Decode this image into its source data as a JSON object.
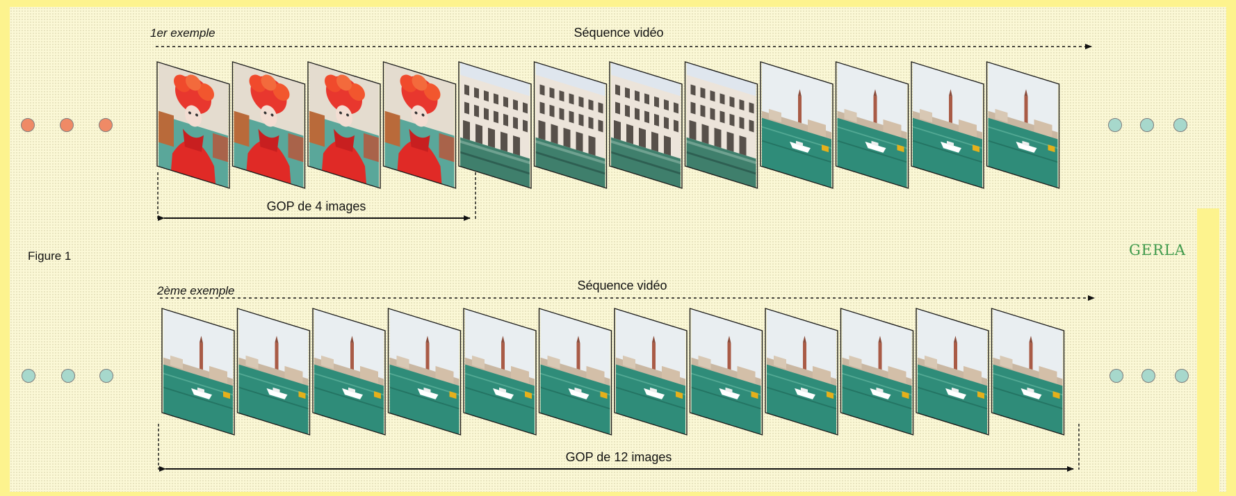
{
  "figure_label": "Figure 1",
  "logo_text": "GERLA",
  "colors": {
    "background": "#fdf38e",
    "panel": "#fbf8d6",
    "dot_orange": "#ef8a66",
    "dot_teal": "#a7d8cc",
    "logo": "#3f9a4c",
    "arrow": "#111111"
  },
  "examples": [
    {
      "label": "1er exemple",
      "sequence_label": "Séquence vidéo",
      "gop_label": "GOP de 4 images",
      "gop_size": 4,
      "frame_count": 12,
      "frames": [
        "carnival",
        "carnival",
        "carnival",
        "carnival",
        "palace",
        "palace",
        "palace",
        "palace",
        "harbor",
        "harbor",
        "harbor",
        "harbor"
      ],
      "left_dots_color": "orange",
      "right_dots_color": "teal"
    },
    {
      "label": "2ème exemple",
      "sequence_label": "Séquence vidéo",
      "gop_label": "GOP de 12 images",
      "gop_size": 12,
      "frame_count": 12,
      "frames": [
        "harbor",
        "harbor",
        "harbor",
        "harbor",
        "harbor",
        "harbor",
        "harbor",
        "harbor",
        "harbor",
        "harbor",
        "harbor",
        "harbor"
      ],
      "left_dots_color": "teal",
      "right_dots_color": "teal"
    }
  ]
}
